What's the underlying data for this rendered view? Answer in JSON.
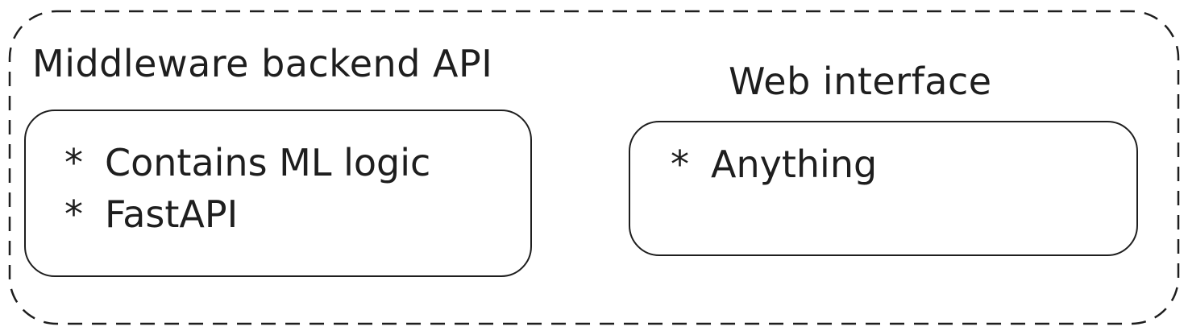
{
  "diagram": {
    "backend": {
      "title": "Middleware backend API",
      "bullets": [
        {
          "mark": "*",
          "text": "Contains ML logic"
        },
        {
          "mark": "*",
          "text": "FastAPI"
        }
      ]
    },
    "web": {
      "title": "Web interface",
      "bullets": [
        {
          "mark": "*",
          "text": "Anything"
        }
      ]
    }
  }
}
